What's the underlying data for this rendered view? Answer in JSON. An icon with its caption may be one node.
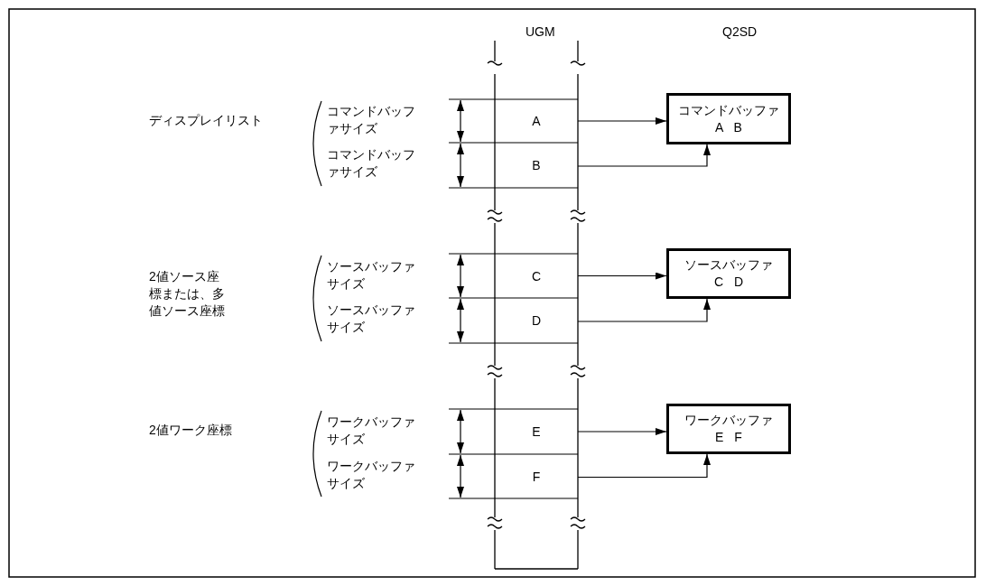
{
  "diagram": {
    "nodes": [
      {
        "text": [
          "A"
        ]
      },
      {
        "text": [
          "B"
        ]
      },
      {
        "text": [
          "C"
        ]
      },
      {
        "text": [
          "D"
        ]
      },
      {
        "text": [
          "E"
        ]
      },
      {
        "text": [
          "F"
        ]
      },
      {
        "text": [
          "コマンドバッファ",
          "A B"
        ]
      },
      {
        "text": [
          "ソースバッファ",
          "C D"
        ]
      },
      {
        "text": [
          "ワークバッファ",
          "E F"
        ]
      }
    ],
    "edges": [
      {
        "from": 0,
        "to": 6,
        "arrow": "to"
      },
      {
        "from": 1,
        "to": 6,
        "arrow": "to"
      },
      {
        "from": 2,
        "to": 7,
        "arrow": "to"
      },
      {
        "from": 3,
        "to": 7,
        "arrow": "to"
      },
      {
        "from": 4,
        "to": 8,
        "arrow": "to"
      },
      {
        "from": 5,
        "to": 8,
        "arrow": "to"
      }
    ],
    "labels": [
      "UGM",
      "Q2SD",
      "ディスプレイリスト",
      "コマンドバッファサイズ",
      "コマンドバッファサイズ",
      "2値ソース座標または、多値ソース座標",
      "ソースバッファサイズ",
      "ソースバッファサイズ",
      "2値ワーク座標",
      "ワークバッファサイズ",
      "ワークバッファサイズ"
    ]
  }
}
